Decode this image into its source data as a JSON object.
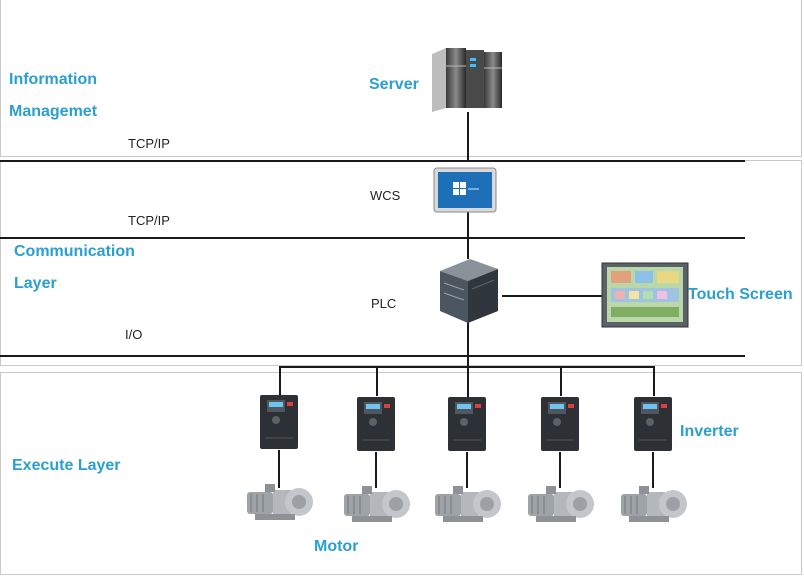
{
  "layers": {
    "information": {
      "line1": "Information",
      "line2": "Managemet"
    },
    "communication": {
      "line1": "Communication",
      "line2": "Layer"
    },
    "execute": {
      "label": "Execute Layer"
    }
  },
  "buses": {
    "tcpip_top": "TCP/IP",
    "tcpip_mid": "TCP/IP",
    "io": "I/O"
  },
  "devices": {
    "server": "Server",
    "wcs": "WCS",
    "plc": "PLC",
    "touch_screen": "Touch Screen",
    "inverter": "Inverter",
    "motor": "Motor"
  },
  "colors": {
    "accent": "#2a9fd0",
    "line": "#1a1a1a",
    "border": "#c9c9c9"
  }
}
